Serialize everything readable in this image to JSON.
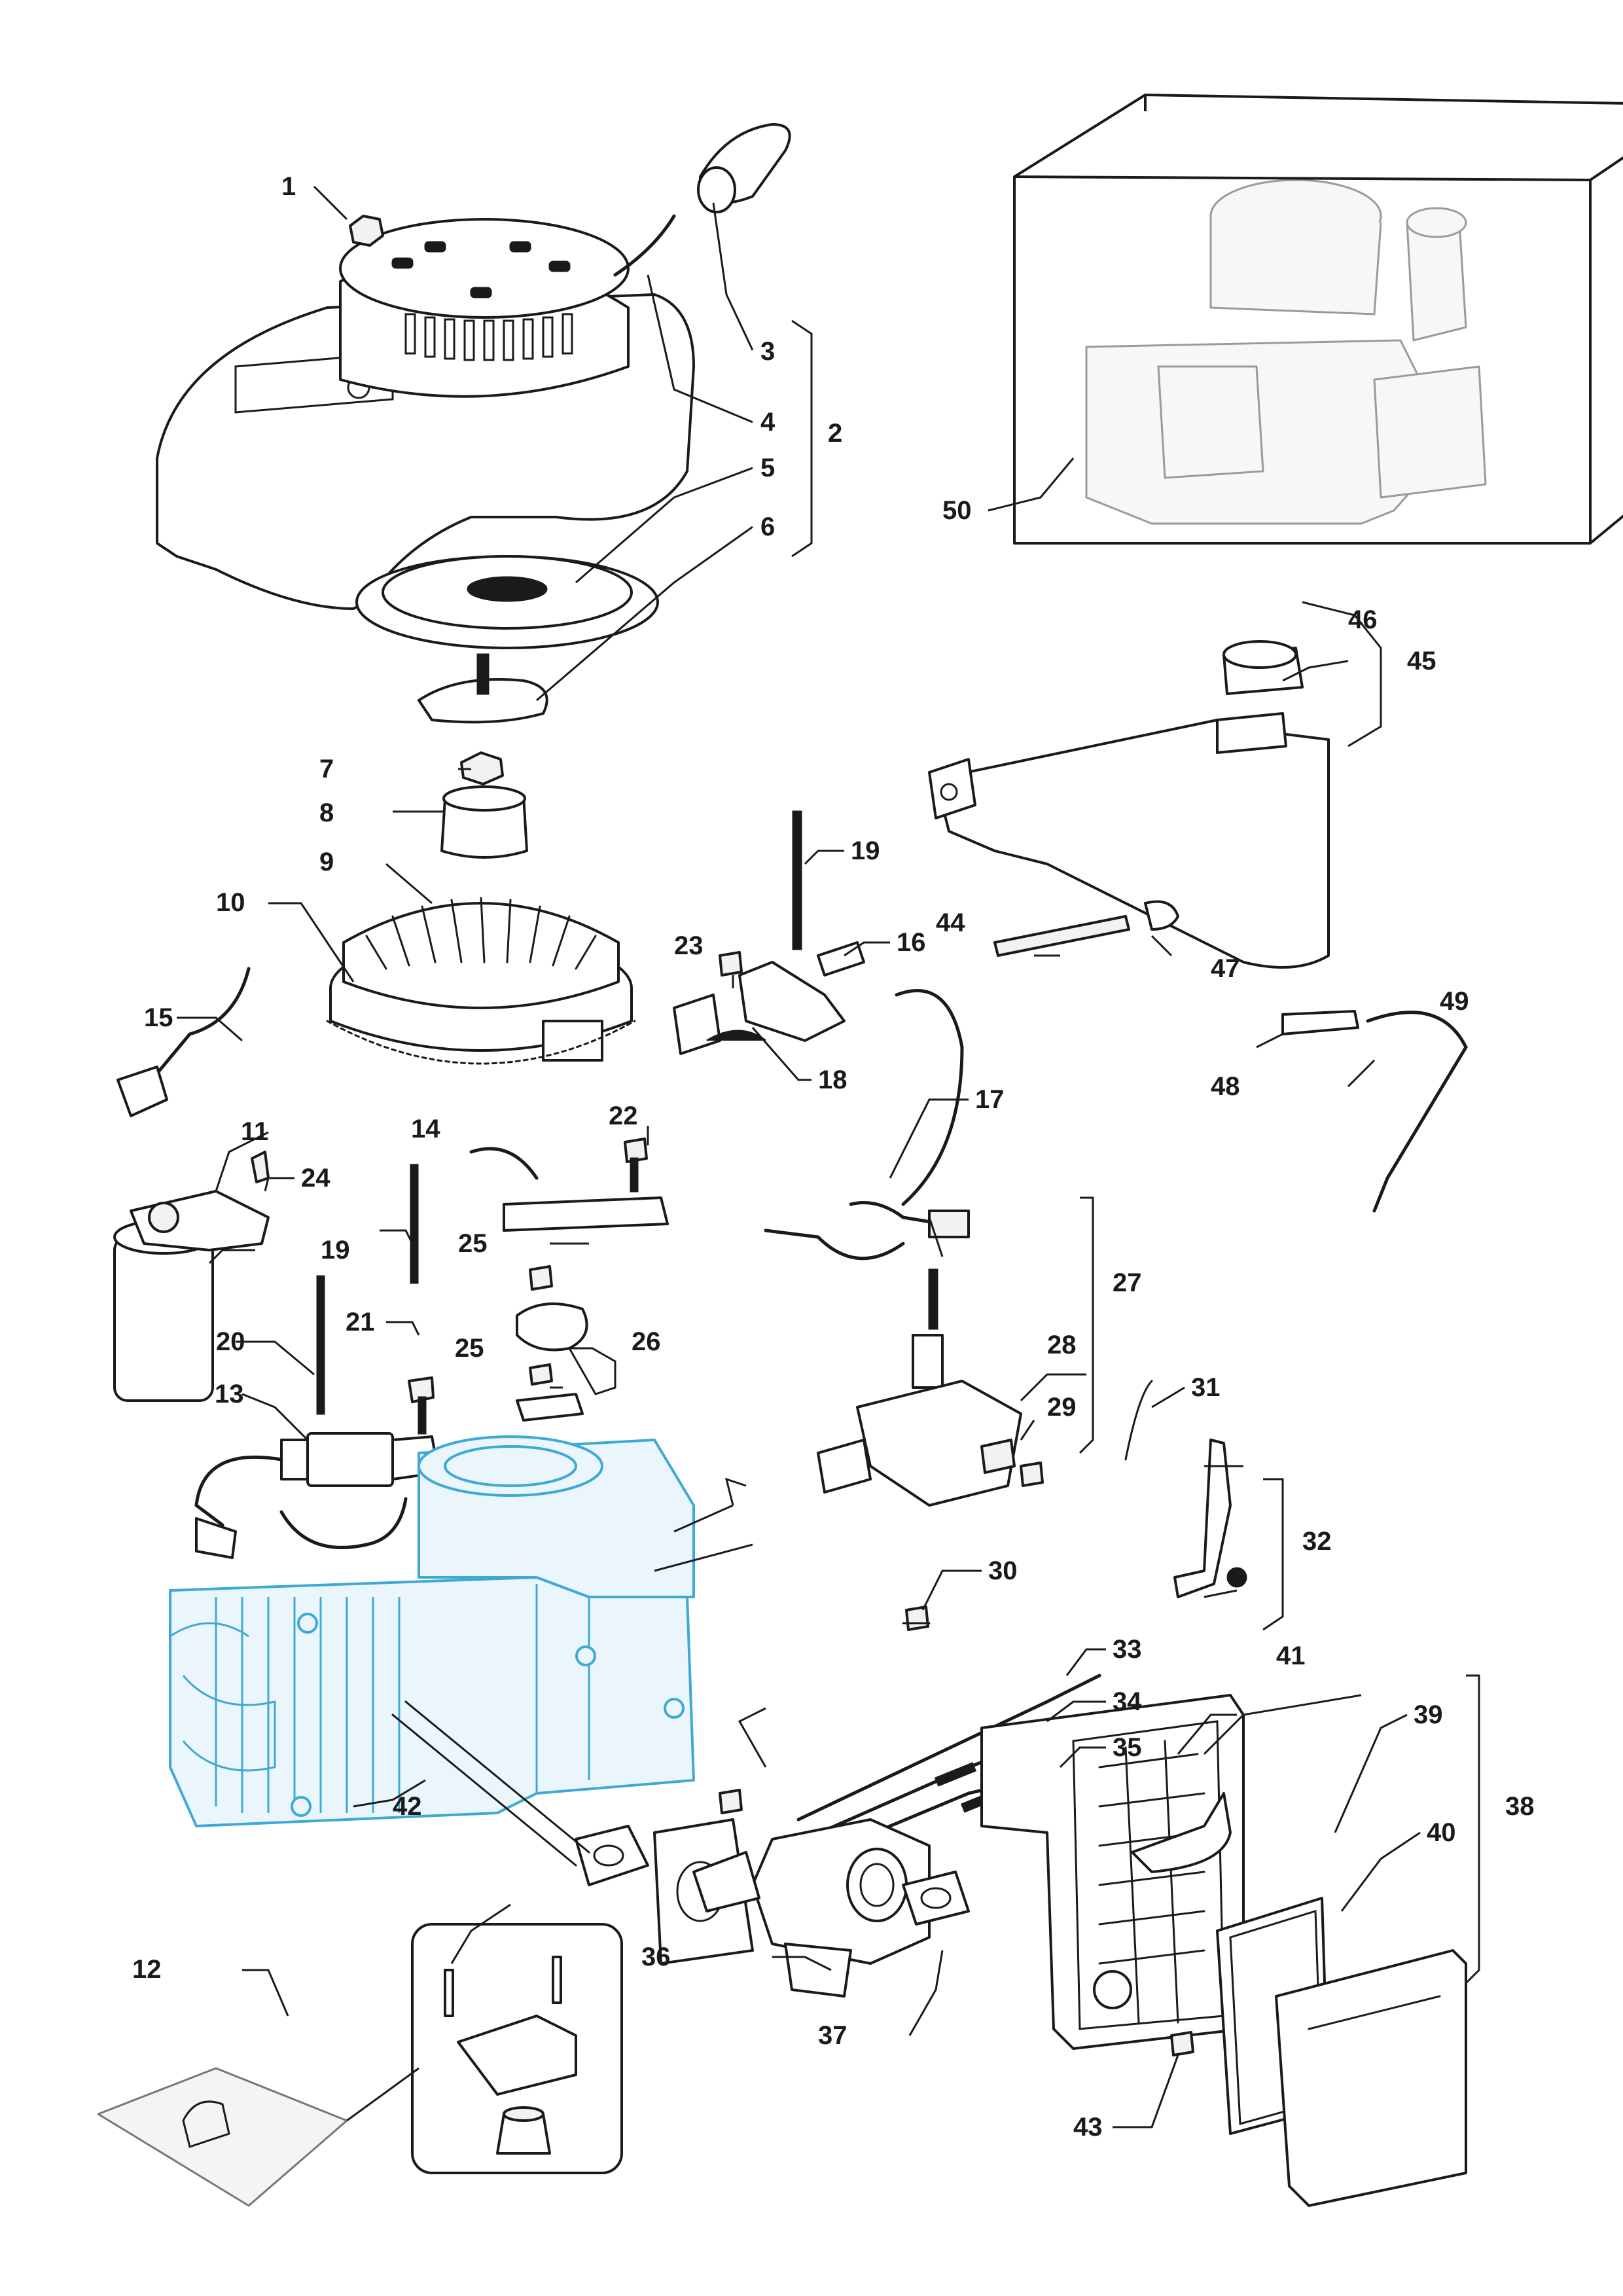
{
  "colors": {
    "line": "#1a1a1a",
    "engine_block": "#3fa9d6",
    "engine_fill": "#eaf6fc",
    "ghost": "#9a9a9a",
    "background": "#ffffff"
  },
  "callouts": [
    {
      "id": "1",
      "text": "1"
    },
    {
      "id": "2",
      "text": "2"
    },
    {
      "id": "3",
      "text": "3"
    },
    {
      "id": "4",
      "text": "4"
    },
    {
      "id": "5",
      "text": "5"
    },
    {
      "id": "6",
      "text": "6"
    },
    {
      "id": "7",
      "text": "7"
    },
    {
      "id": "8",
      "text": "8"
    },
    {
      "id": "9",
      "text": "9"
    },
    {
      "id": "10",
      "text": "10"
    },
    {
      "id": "11",
      "text": "11"
    },
    {
      "id": "12",
      "text": "12"
    },
    {
      "id": "13",
      "text": "13"
    },
    {
      "id": "14",
      "text": "14"
    },
    {
      "id": "15",
      "text": "15"
    },
    {
      "id": "16",
      "text": "16"
    },
    {
      "id": "17",
      "text": "17"
    },
    {
      "id": "18",
      "text": "18"
    },
    {
      "id": "19a",
      "text": "19"
    },
    {
      "id": "19b",
      "text": "19"
    },
    {
      "id": "20",
      "text": "20"
    },
    {
      "id": "21",
      "text": "21"
    },
    {
      "id": "22",
      "text": "22"
    },
    {
      "id": "23",
      "text": "23"
    },
    {
      "id": "24",
      "text": "24"
    },
    {
      "id": "25a",
      "text": "25"
    },
    {
      "id": "25b",
      "text": "25"
    },
    {
      "id": "26",
      "text": "26"
    },
    {
      "id": "27",
      "text": "27"
    },
    {
      "id": "28",
      "text": "28"
    },
    {
      "id": "29",
      "text": "29"
    },
    {
      "id": "30",
      "text": "30"
    },
    {
      "id": "31",
      "text": "31"
    },
    {
      "id": "32",
      "text": "32"
    },
    {
      "id": "33",
      "text": "33"
    },
    {
      "id": "34",
      "text": "34"
    },
    {
      "id": "35",
      "text": "35"
    },
    {
      "id": "36",
      "text": "36"
    },
    {
      "id": "37",
      "text": "37"
    },
    {
      "id": "38",
      "text": "38"
    },
    {
      "id": "39",
      "text": "39"
    },
    {
      "id": "40",
      "text": "40"
    },
    {
      "id": "41",
      "text": "41"
    },
    {
      "id": "42",
      "text": "42"
    },
    {
      "id": "43",
      "text": "43"
    },
    {
      "id": "44",
      "text": "44"
    },
    {
      "id": "45",
      "text": "45"
    },
    {
      "id": "46",
      "text": "46"
    },
    {
      "id": "47",
      "text": "47"
    },
    {
      "id": "48",
      "text": "48"
    },
    {
      "id": "49",
      "text": "49"
    },
    {
      "id": "50",
      "text": "50"
    }
  ]
}
